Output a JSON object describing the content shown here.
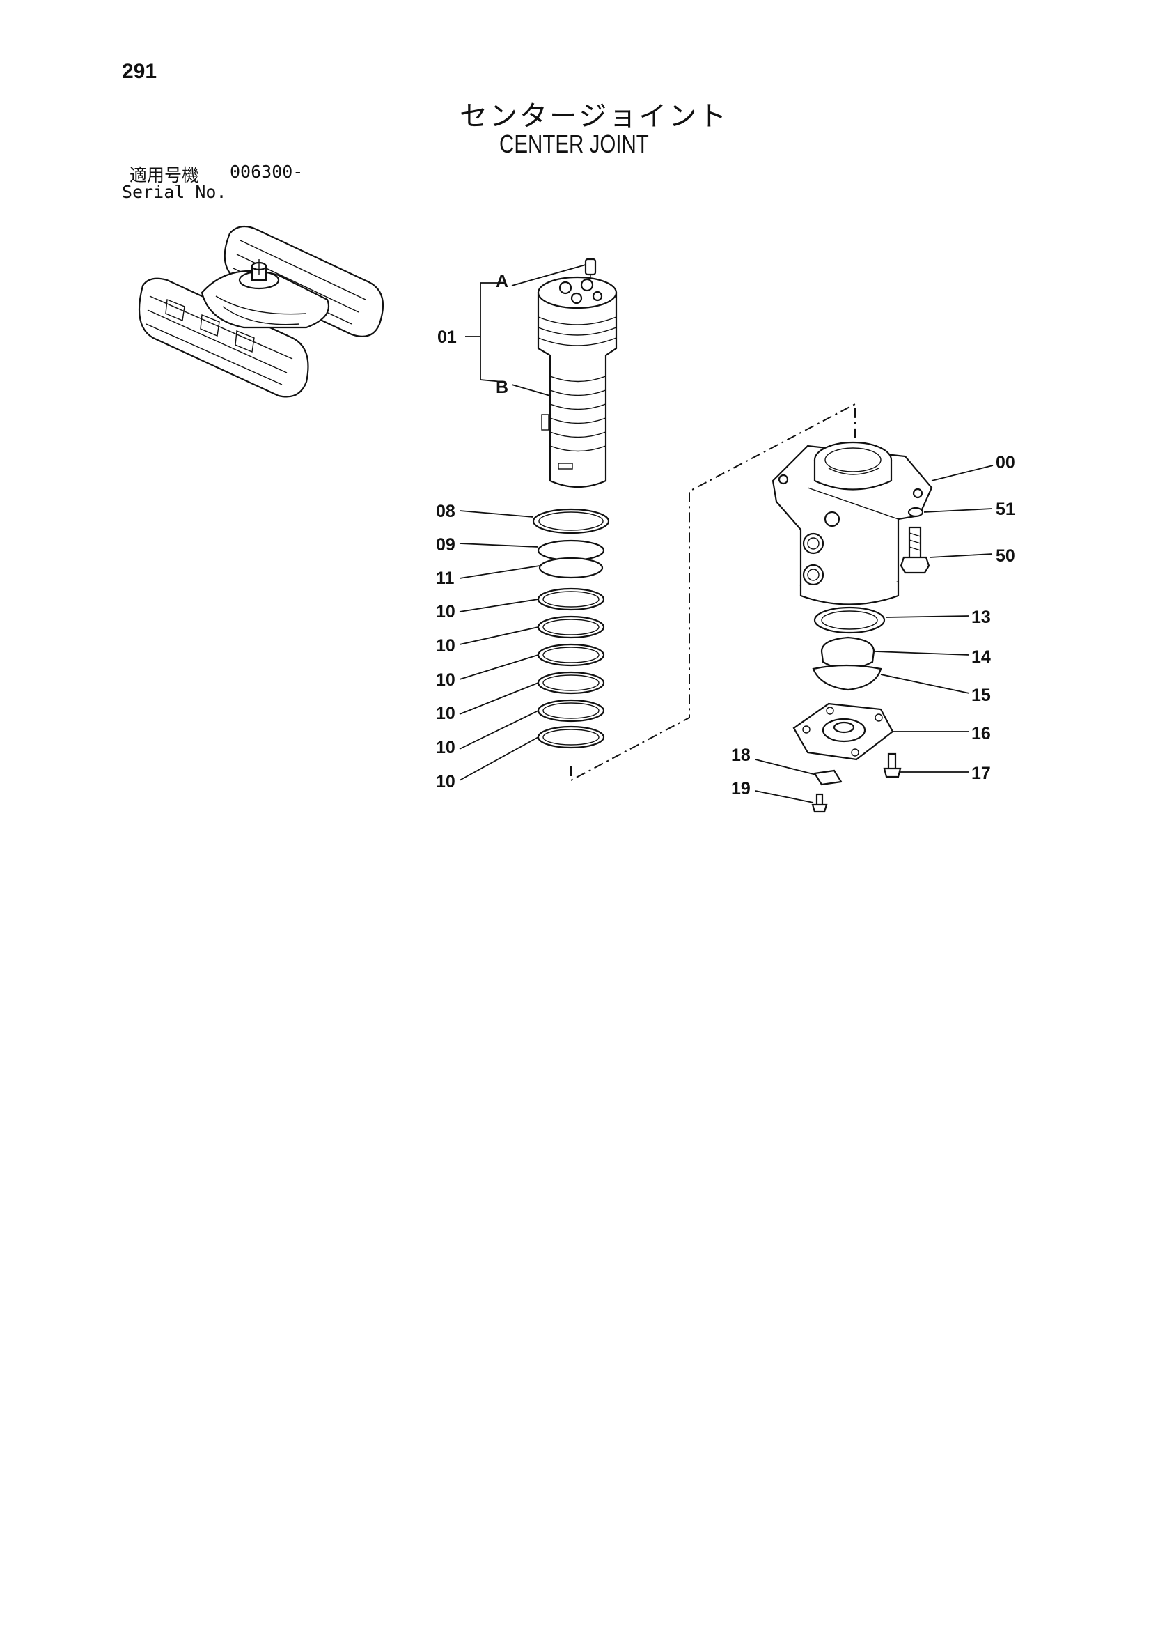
{
  "header": {
    "page_number": "291",
    "title_jp": "センタージョイント",
    "title_en": "CENTER JOINT",
    "serial_jp": "適用号機",
    "serial_value": "006300-",
    "serial_en": "Serial No."
  },
  "labels": {
    "a": "A",
    "b": "B",
    "p01": "01",
    "p08": "08",
    "p09": "09",
    "p11": "11",
    "p10": "10",
    "p00": "00",
    "p51": "51",
    "p50": "50",
    "p13": "13",
    "p14": "14",
    "p15": "15",
    "p16": "16",
    "p17": "17",
    "p18": "18",
    "p19": "19"
  }
}
